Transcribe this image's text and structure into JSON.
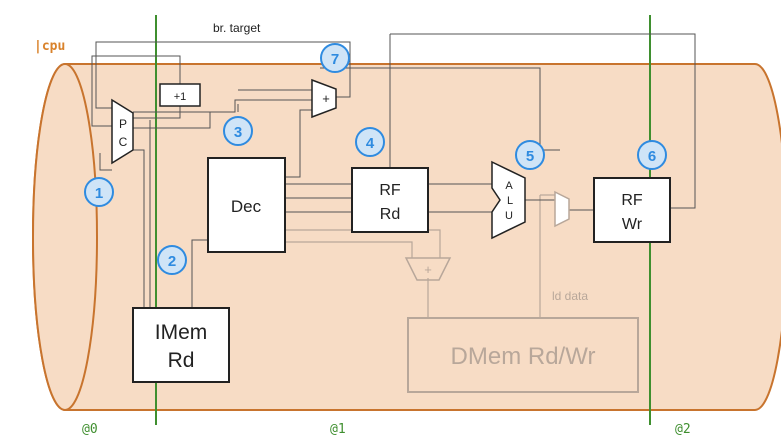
{
  "pipeline_label": "|cpu",
  "wire_labels": {
    "branch_target": "br. target",
    "load_data": "ld data"
  },
  "blocks": {
    "pc_mux": [
      "P",
      "C"
    ],
    "increment": "+1",
    "branch_adder": "+",
    "decode": "Dec",
    "rf_read": [
      "RF",
      "Rd"
    ],
    "alu": [
      "A",
      "L",
      "U"
    ],
    "rf_write": [
      "RF",
      "Wr"
    ],
    "imem": [
      "IMem",
      "Rd"
    ],
    "dmem": "DMem Rd/Wr",
    "addr_adder": "+"
  },
  "step_markers": [
    "1",
    "2",
    "3",
    "4",
    "5",
    "6",
    "7"
  ],
  "stage_labels": [
    "@0",
    "@1",
    "@2"
  ],
  "colors": {
    "pipe_fill": "#f7dcc5",
    "pipe_stroke": "#c8742e",
    "pipe_label": "#d9822b",
    "stage_line": "#3f8f2f",
    "stage_label": "#3f8f2f",
    "marker_fill": "#cfe4f7",
    "marker_stroke": "#2f8be0",
    "marker_text": "#2f8be0",
    "faded": "#b8a79a"
  }
}
